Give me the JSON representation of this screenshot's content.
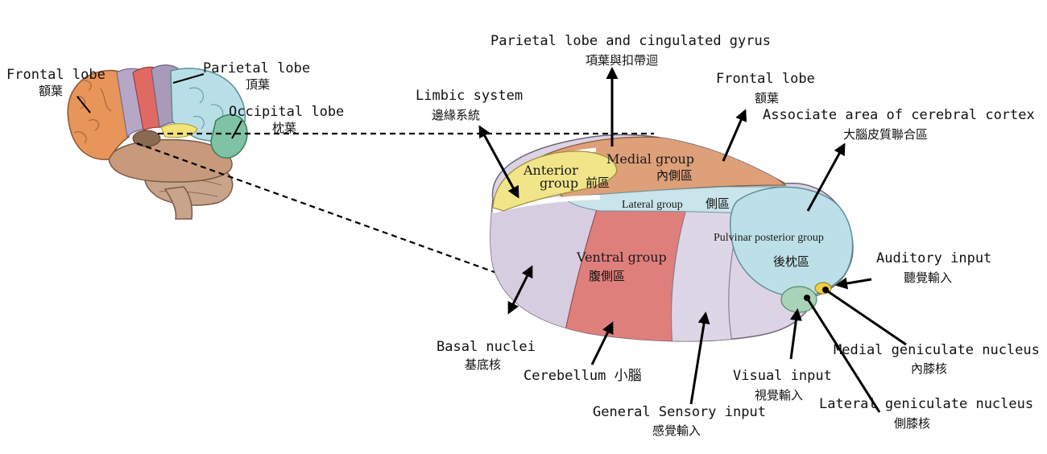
{
  "brain": {
    "frontal_en": "Frontal lobe",
    "frontal_cn": "額葉",
    "parietal_en": "Parietal lobe",
    "parietal_cn": "頂葉",
    "occipital_en": "Occipital lobe",
    "occipital_cn": "枕葉"
  },
  "thalamus": {
    "anterior_en_1": "Anterior",
    "anterior_en_2": "group",
    "anterior_cn": "前區",
    "medial_en": "Medial group",
    "medial_cn": "內側區",
    "lateral_en": "Lateral group",
    "lateral_cn": "側區",
    "pulvinar_en": "Pulvinar posterior group",
    "pulvinar_cn": "後枕區",
    "ventral_en": "Ventral group",
    "ventral_cn": "腹側區"
  },
  "callouts": {
    "parietal_cingulate_en": "Parietal lobe and cingulated gyrus",
    "parietal_cingulate_cn": "項葉與扣帶迴",
    "limbic_en": "Limbic system",
    "limbic_cn": "邊緣系統",
    "frontal_en": "Frontal lobe",
    "frontal_cn": "額葉",
    "associate_en": "Associate area of cerebral cortex",
    "associate_cn": "大腦皮質聯合區",
    "auditory_en": "Auditory input",
    "auditory_cn": "聽覺輸入",
    "medial_gen_en": "Medial geniculate nucleus",
    "medial_gen_cn": "內膝核",
    "lateral_gen_en": "Lateral geniculate nucleus",
    "lateral_gen_cn": "側膝核",
    "visual_en": "Visual input",
    "visual_cn": "視覺輸入",
    "general_en": "General Sensory input",
    "general_cn": "感覺輸入",
    "cerebellum_en": "Cerebellum 小腦",
    "basal_en": "Basal nuclei",
    "basal_cn": "基底核"
  }
}
